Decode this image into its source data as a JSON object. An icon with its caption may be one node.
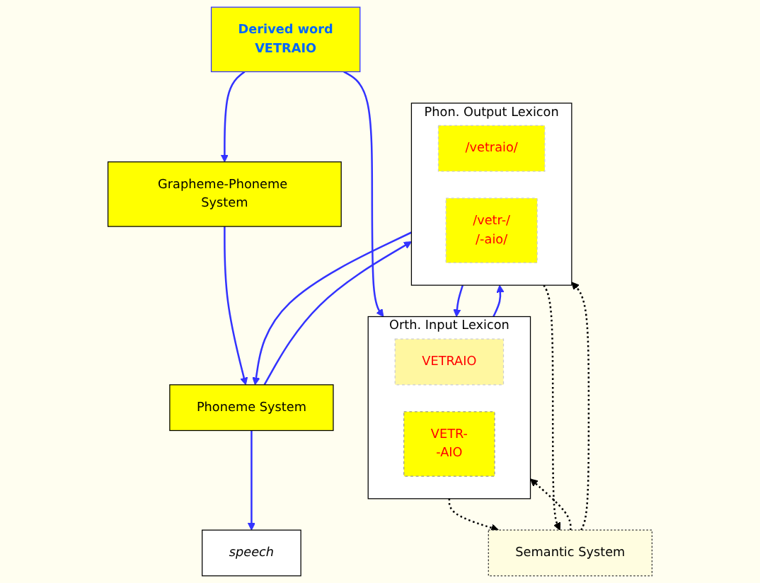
{
  "diagram": {
    "nodes": [
      {
        "text": [
          "Derived word",
          "VETRAIO"
        ]
      },
      {
        "text": [
          "Orth. Input Lexicon"
        ]
      },
      {
        "text": [
          "VETRAIO"
        ],
        "in": 1
      },
      {
        "text": [
          "VETR-",
          "-AIO"
        ],
        "in": 1
      },
      {
        "text": [
          "Semantic System"
        ]
      },
      {
        "text": [
          "Grapheme-Phoneme System"
        ]
      },
      {
        "text": [
          "Phon. Output Lexicon"
        ]
      },
      {
        "text": [
          "/vetraio/"
        ],
        "in": 6
      },
      {
        "text": [
          "/vetr-/",
          "/-aio/"
        ],
        "in": 6
      },
      {
        "text": [
          "Phoneme System"
        ]
      },
      {
        "text": [
          "speech"
        ]
      }
    ],
    "edges": [
      {
        "from": 0,
        "to": 1,
        "arrow": "to"
      },
      {
        "from": 0,
        "to": 5,
        "arrow": "to"
      },
      {
        "from": 1,
        "to": 4,
        "arrow": "to",
        "style": "dashed",
        "color": "#000000"
      },
      {
        "from": 4,
        "to": 1,
        "arrow": "to",
        "style": "dashed",
        "color": "#000000"
      },
      {
        "from": 1,
        "to": 6,
        "arrow": "to"
      },
      {
        "from": 6,
        "to": 1,
        "arrow": "to"
      },
      {
        "from": 6,
        "to": 4,
        "arrow": "to",
        "style": "dashed",
        "color": "#000000"
      },
      {
        "from": 4,
        "to": 6,
        "arrow": "to",
        "style": "dashed",
        "color": "#000000"
      },
      {
        "from": 5,
        "to": 9,
        "arrow": "to"
      },
      {
        "from": 6,
        "to": 9,
        "arrow": "to"
      },
      {
        "from": 9,
        "to": 6,
        "arrow": "to"
      },
      {
        "from": 9,
        "to": 10,
        "arrow": "to"
      }
    ]
  }
}
